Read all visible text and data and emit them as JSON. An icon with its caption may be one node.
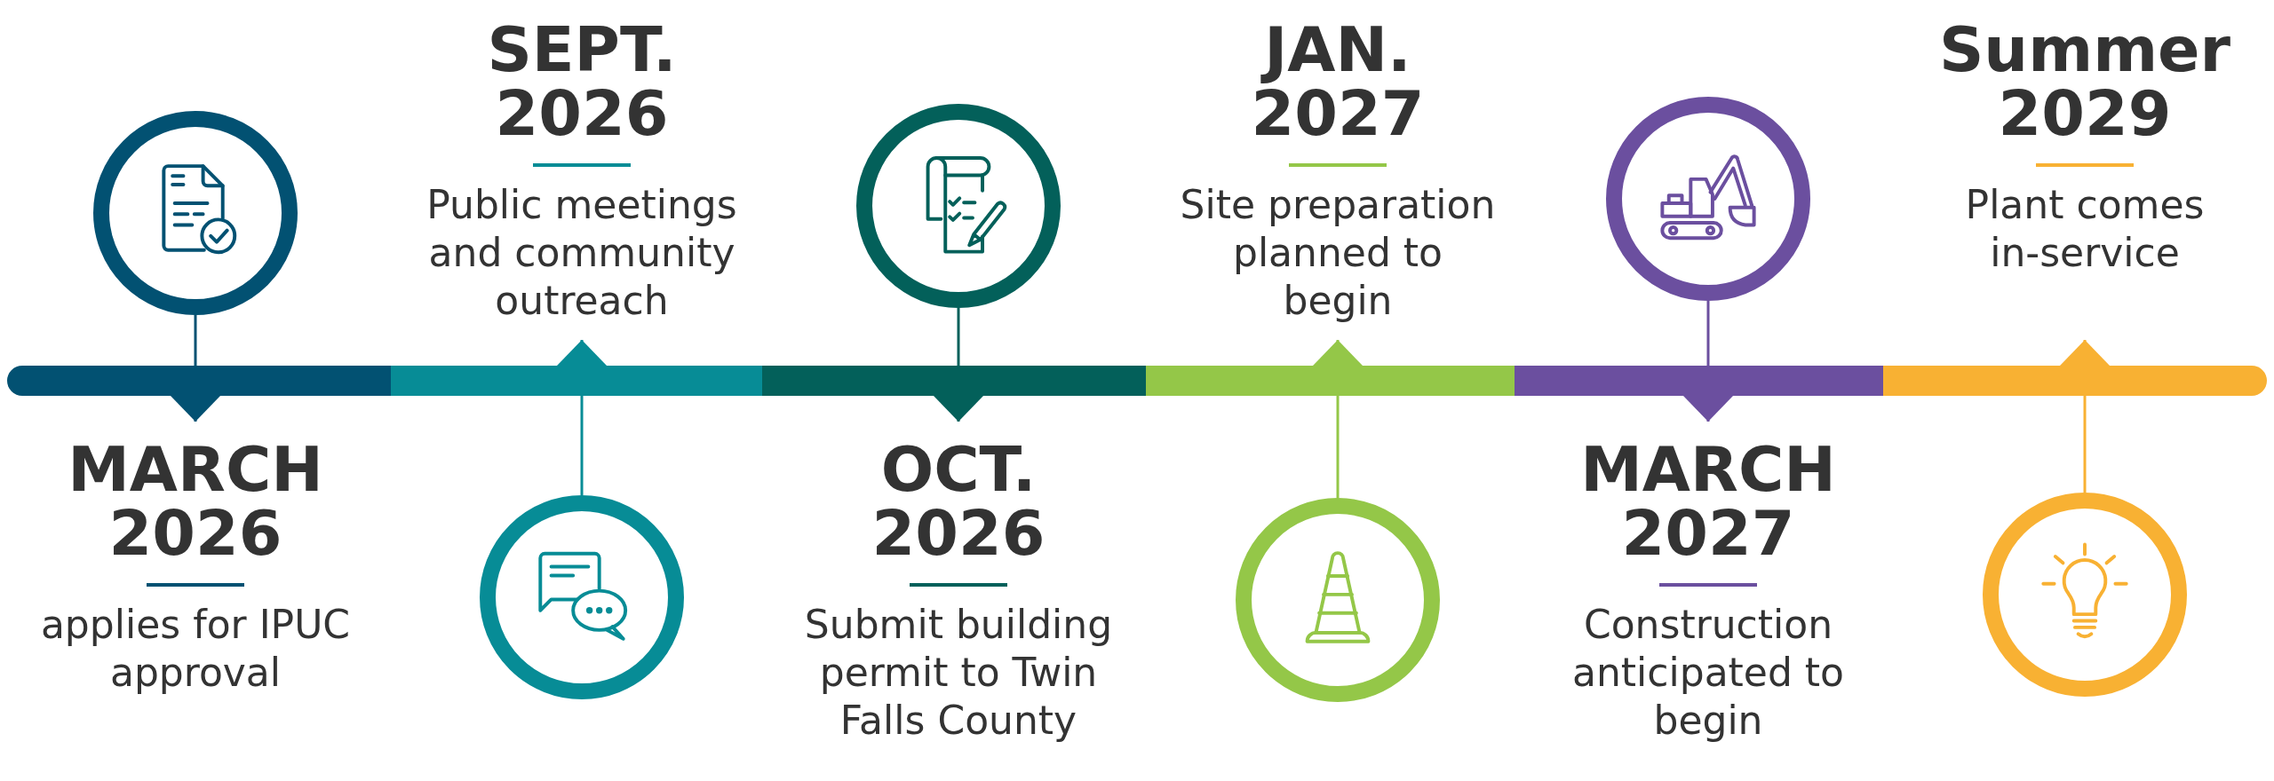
{
  "diagram": {
    "nodes": [
      {
        "text": [],
        "shape": "circle"
      },
      {
        "text": [
          "MARCH 2026",
          "applies for IPUC approval"
        ]
      },
      {
        "text": [],
        "shape": "circle"
      },
      {
        "text": [
          "SEPT. 2026",
          "Public meetings and community outreach"
        ]
      },
      {
        "text": [],
        "shape": "circle"
      },
      {
        "text": [
          "OCT. 2026",
          "Submit building permit to Twin Falls County"
        ]
      },
      {
        "text": [],
        "shape": "circle"
      },
      {
        "text": [
          "JAN. 2027",
          "Site preparation planned to begin"
        ]
      },
      {
        "text": [],
        "shape": "circle"
      },
      {
        "text": [
          "MARCH 2027",
          "Construction anticipated to begin"
        ]
      },
      {
        "text": [],
        "shape": "circle"
      },
      {
        "text": [
          "Summer 2029",
          "Plant comes in-service"
        ]
      }
    ],
    "edges": [
      {
        "from": 0,
        "to": 1,
        "arrow": "to",
        "color": "#025172"
      },
      {
        "from": 2,
        "to": 3,
        "arrow": "to",
        "color": "#078c96"
      },
      {
        "from": 4,
        "to": 5,
        "arrow": "to",
        "color": "#03605a"
      },
      {
        "from": 6,
        "to": 7,
        "arrow": "to",
        "color": "#94c748"
      },
      {
        "from": 8,
        "to": 9,
        "arrow": "to",
        "color": "#6b4f9f"
      },
      {
        "from": 10,
        "to": 11,
        "arrow": "to",
        "color": "#f8b133"
      }
    ]
  }
}
